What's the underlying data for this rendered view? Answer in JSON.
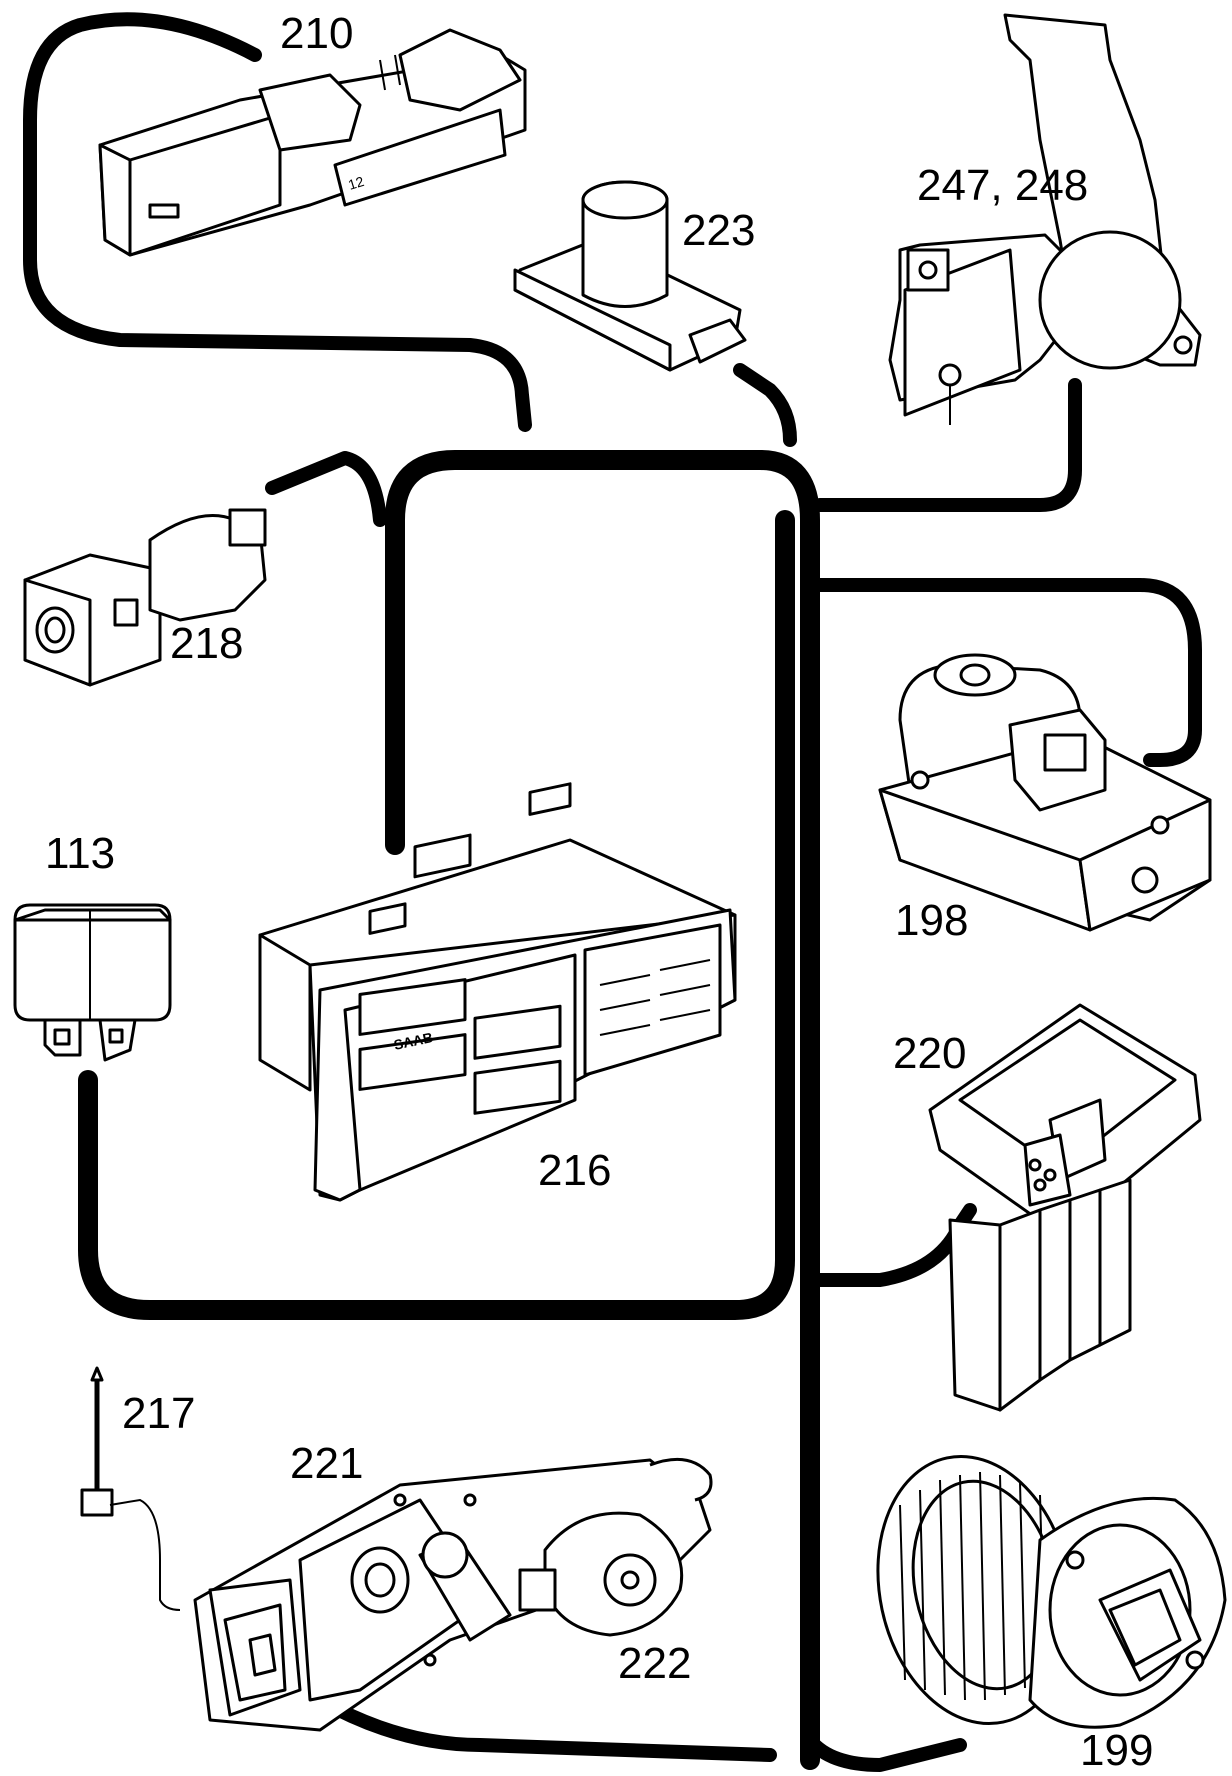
{
  "diagram": {
    "callouts": {
      "c210": "210",
      "c223": "223",
      "c247": "247, 248",
      "c218": "218",
      "c113": "113",
      "c198": "198",
      "c216": "216",
      "c220": "220",
      "c217": "217",
      "c221": "221",
      "c222": "222",
      "c199": "199"
    },
    "labels": {
      "saab_logo": "SAAB",
      "sensor_text": "12"
    }
  }
}
